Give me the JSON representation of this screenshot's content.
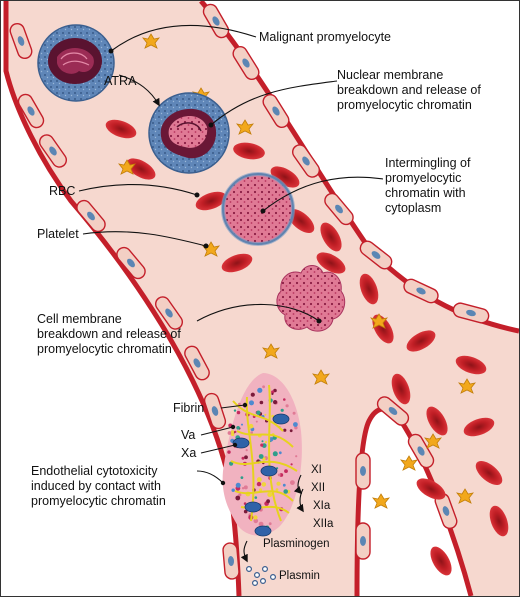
{
  "labels": {
    "malignant_promyelocyte": "Malignant promyelocyte",
    "atra": "ATRA",
    "nuclear_membrane": [
      "Nuclear membrane",
      "breakdown and release of",
      "promyelocytic chromatin"
    ],
    "intermingling": [
      "Intermingling of",
      "promyelocytic",
      "chromatin with",
      "cytoplasm"
    ],
    "rbc": "RBC",
    "platelet": "Platelet",
    "cell_membrane": [
      "Cell membrane",
      "breakdown and release of",
      "promyelocytic chromatin"
    ],
    "fibrin": "Fibrin",
    "va": "Va",
    "xa": "Xa",
    "endothelial": [
      "Endothelial cytotoxicity",
      "induced by contact with",
      "promyelocytic chromatin"
    ],
    "xi": "XI",
    "xii": "XII",
    "xia": "XIa",
    "xiia": "XIIa",
    "plasminogen": "Plasminogen",
    "plasmin": "Plasmin"
  },
  "colors": {
    "vessel_lumen": "#f6d8cf",
    "vessel_wall": "#c41f2a",
    "endothelial_cell": "#f3cfc4",
    "endothelial_nucleus": "#5b86b4",
    "rbc": "#c01e25",
    "platelet": "#f2a81c",
    "chromatin": "#e0708f",
    "nucleus_dark": "#7b1a3a",
    "cytoplasm_blue": "#5a7fb0",
    "fibrin": "#e7d21e"
  }
}
